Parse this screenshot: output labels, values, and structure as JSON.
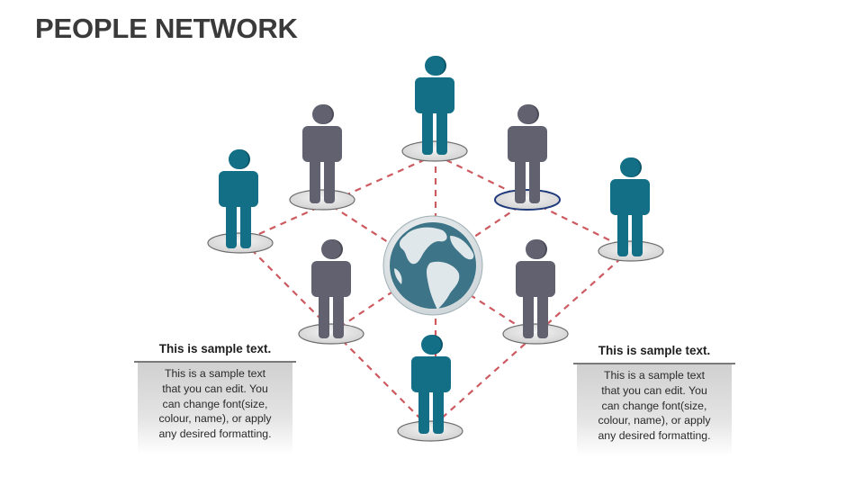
{
  "title": "PEOPLE NETWORK",
  "colors": {
    "teal": "#126f86",
    "gray": "#616170",
    "dash": "#cd5a60",
    "globe": "#3d7487",
    "highlight_ring": "#1f3a7a"
  },
  "nodes": [
    {
      "id": "center-globe",
      "icon": "globe-icon"
    },
    {
      "id": "person-top",
      "icon": "person-icon",
      "color": "teal"
    },
    {
      "id": "person-upper-left",
      "icon": "person-icon",
      "color": "gray"
    },
    {
      "id": "person-upper-right",
      "icon": "person-icon",
      "color": "gray",
      "highlighted": true
    },
    {
      "id": "person-left",
      "icon": "person-icon",
      "color": "teal"
    },
    {
      "id": "person-right",
      "icon": "person-icon",
      "color": "teal"
    },
    {
      "id": "person-lower-left",
      "icon": "person-icon",
      "color": "gray"
    },
    {
      "id": "person-lower-right",
      "icon": "person-icon",
      "color": "gray"
    },
    {
      "id": "person-bottom",
      "icon": "person-icon",
      "color": "teal"
    }
  ],
  "text_boxes": [
    {
      "heading": "This is sample text.",
      "lines": [
        "This is a sample text",
        "that you can edit. You",
        "can change font(size,",
        "colour, name), or apply",
        "any desired formatting."
      ]
    },
    {
      "heading": "This is sample text.",
      "lines": [
        "This is a sample text",
        "that you can edit. You",
        "can change font(size,",
        "colour, name), or apply",
        "any desired formatting."
      ]
    }
  ]
}
